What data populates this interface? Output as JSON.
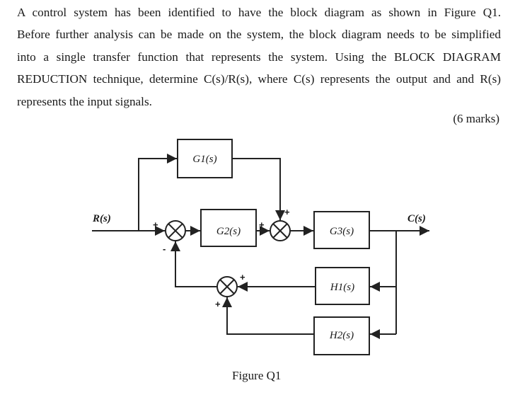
{
  "question": {
    "lines": [
      "A control system has been identified to have the block diagram as shown in Figure Q1.",
      "Before further analysis can be made on the system, the block diagram needs to be simplified",
      "into a single transfer function that represents the system. Using the BLOCK DIAGRAM",
      "REDUCTION technique, determine C(s)/R(s), where C(s) represents the output and and R(s)",
      "represents the input signals."
    ],
    "marks": "(6 marks)"
  },
  "figure": {
    "caption": "Figure Q1",
    "input_label": "R(s)",
    "output_label": "C(s)",
    "blocks": {
      "g1": "G1(s)",
      "g2": "G2(s)",
      "g3": "G3(s)",
      "h1": "H1(s)",
      "h2": "H2(s)"
    },
    "summers": {
      "s1": {
        "in_main": "+",
        "in_feedback": "-"
      },
      "s2": {
        "in_main": "+",
        "in_top": "+"
      },
      "s3": {
        "in_right": "+",
        "in_bottom": "+"
      }
    }
  }
}
